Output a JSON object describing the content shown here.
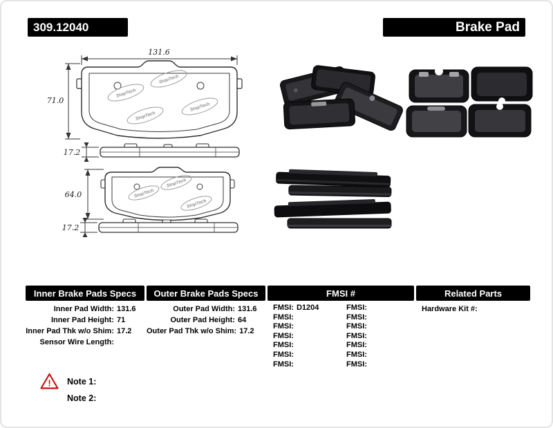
{
  "header": {
    "part_number": "309.12040",
    "title": "Brake Pad"
  },
  "drawings": {
    "watermark": "StopTech",
    "pad1": {
      "width": "131.6",
      "height": "71.0"
    },
    "side1": {
      "thickness": "17.2"
    },
    "pad2": {
      "height": "64.0"
    },
    "side2": {
      "thickness": "17.2"
    }
  },
  "table": {
    "inner": {
      "header": "Inner Brake Pads Specs",
      "rows": [
        {
          "label": "Inner Pad Width:",
          "value": "131.6"
        },
        {
          "label": "Inner Pad Height:",
          "value": "71"
        },
        {
          "label": "Inner Pad Thk w/o Shim:",
          "value": "17.2"
        },
        {
          "label": "Sensor Wire Length:",
          "value": ""
        }
      ]
    },
    "outer": {
      "header": "Outer Brake Pads Specs",
      "rows": [
        {
          "label": "Outer Pad Width:",
          "value": "131.6"
        },
        {
          "label": "Outer Pad Height:",
          "value": "64"
        },
        {
          "label": "Outer Pad Thk w/o Shim:",
          "value": "17.2"
        }
      ]
    },
    "fmsi": {
      "header": "FMSI #",
      "left": [
        {
          "label": "FMSI:",
          "value": "D1204"
        },
        {
          "label": "FMSI:",
          "value": ""
        },
        {
          "label": "FMSI:",
          "value": ""
        },
        {
          "label": "FMSI:",
          "value": ""
        },
        {
          "label": "FMSI:",
          "value": ""
        },
        {
          "label": "FMSI:",
          "value": ""
        },
        {
          "label": "FMSI:",
          "value": ""
        }
      ],
      "right": [
        {
          "label": "FMSI:",
          "value": ""
        },
        {
          "label": "FMSI:",
          "value": ""
        },
        {
          "label": "FMSI:",
          "value": ""
        },
        {
          "label": "FMSI:",
          "value": ""
        },
        {
          "label": "FMSI:",
          "value": ""
        },
        {
          "label": "FMSI:",
          "value": ""
        },
        {
          "label": "FMSI:",
          "value": ""
        }
      ]
    },
    "related": {
      "header": "Related Parts",
      "rows": [
        {
          "label": "Hardware Kit #:",
          "value": ""
        }
      ]
    }
  },
  "notes": {
    "note1": "Note 1:",
    "note2": "Note 2:"
  }
}
